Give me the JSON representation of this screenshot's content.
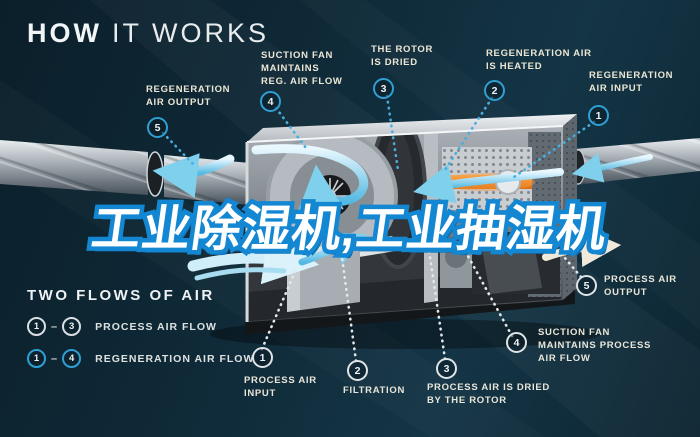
{
  "title": {
    "bold": "HOW",
    "rest": "IT WORKS"
  },
  "overlay": {
    "text": "工业除湿机,工业抽湿机"
  },
  "top_labels": [
    {
      "num": "5",
      "text": "REGENERATION\nAIR OUTPUT"
    },
    {
      "num": "4",
      "text": "SUCTION FAN\nMAINTAINS\nREG. AIR FLOW"
    },
    {
      "num": "3",
      "text": "THE ROTOR\nIS DRIED"
    },
    {
      "num": "2",
      "text": "REGENERATION AIR\nIS HEATED"
    },
    {
      "num": "1",
      "text": "REGENERATION\nAIR INPUT"
    }
  ],
  "bottom_labels": [
    {
      "num": "1",
      "text": "PROCESS AIR\nINPUT"
    },
    {
      "num": "2",
      "text": "FILTRATION"
    },
    {
      "num": "3",
      "text": "PROCESS AIR IS DRIED\nBY THE ROTOR"
    },
    {
      "num": "4",
      "text": "SUCTION FAN\nMAINTAINS PROCESS\nAIR FLOW"
    },
    {
      "num": "5",
      "text": "PROCESS AIR\nOUTPUT"
    }
  ],
  "legend": {
    "title": "TWO FLOWS OF AIR",
    "rows": [
      {
        "from": "1",
        "dash": "–",
        "to": "3",
        "label": "PROCESS AIR FLOW",
        "style": "process"
      },
      {
        "from": "1",
        "dash": "–",
        "to": "4",
        "label": "REGENERATION AIR FLOW",
        "style": "regeneration"
      }
    ]
  },
  "colors": {
    "background": "#102b38",
    "accent_blue": "#2f9fd4",
    "label_cream": "#ece7d5",
    "legend_white": "#dde2e0",
    "overlay_outline_blue": "#1487d3",
    "heater_orange": "#ef8b2b",
    "flow_arrow_blue": "#58bde4",
    "process_output_cream": "#efead9"
  }
}
